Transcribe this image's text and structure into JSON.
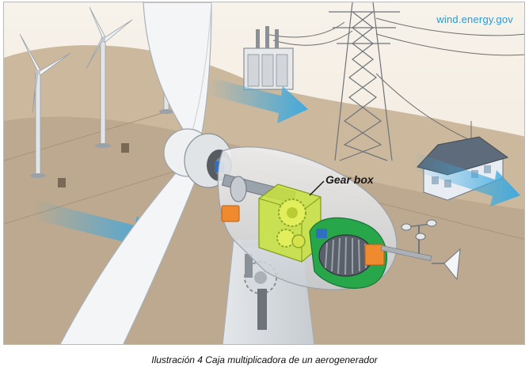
{
  "figure": {
    "source_credit": "wind.energy.gov",
    "callout_label": "Gear box",
    "caption": "Ilustración 4 Caja multiplicadora de un aerogenerador"
  },
  "colors": {
    "background": "#f5efe6",
    "ground": "#bda98f",
    "gearbox": "#c8e23c",
    "generator_housing": "#27a64a",
    "arrow": "#3aa8e0",
    "shaft": "#9aa3ab",
    "blade": "#f4f5f7"
  },
  "icons": [
    "turbine-icon",
    "transformer-icon",
    "pylon-icon",
    "house-icon",
    "anemometer-icon",
    "wind-vane-icon"
  ]
}
